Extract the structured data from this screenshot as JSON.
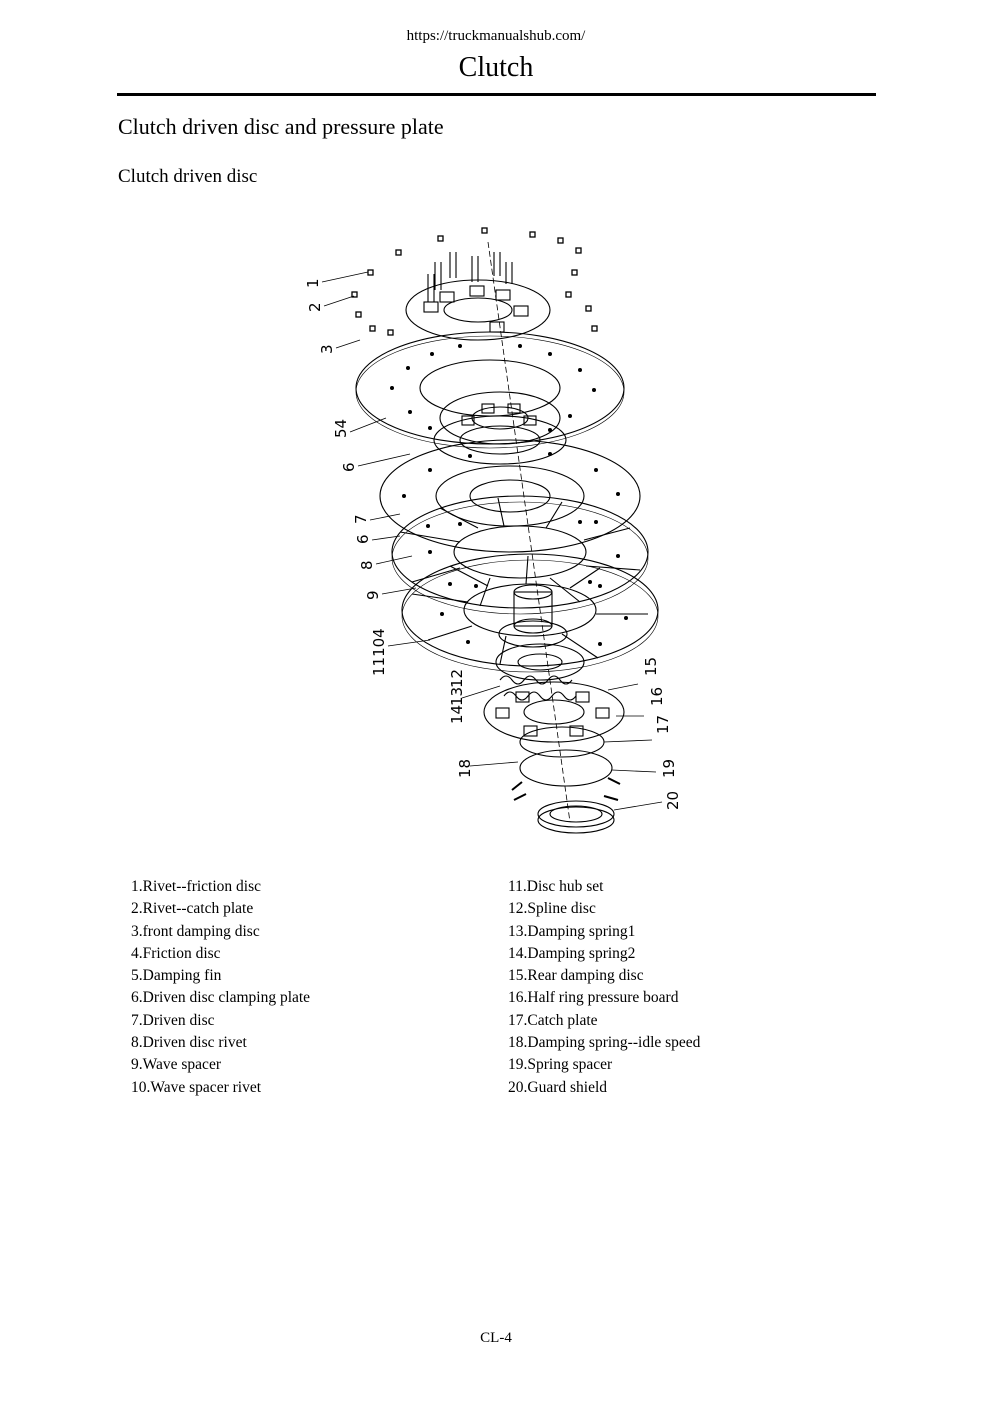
{
  "header": {
    "url": "https://truckmanualshub.com/",
    "chapter": "Clutch"
  },
  "section_title": "Clutch driven disc and pressure plate",
  "subsection_title": "Clutch driven disc",
  "figure": {
    "callouts": [
      "1",
      "2",
      "3",
      "54",
      "6",
      "7",
      "6",
      "8",
      "9",
      "11104",
      "14",
      "13",
      "12",
      "15",
      "16",
      "17",
      "18",
      "19",
      "20"
    ]
  },
  "legend": {
    "left": [
      "1.Rivet--friction disc",
      "2.Rivet--catch plate",
      "3.front damping disc",
      "4.Friction disc",
      "5.Damping fin",
      "6.Driven disc clamping plate",
      "7.Driven disc",
      "8.Driven disc rivet",
      "9.Wave spacer",
      "10.Wave spacer rivet"
    ],
    "right": [
      "11.Disc hub set",
      "12.Spline disc",
      "13.Damping spring1",
      "14.Damping spring2",
      "15.Rear damping disc",
      "16.Half ring pressure board",
      "17.Catch plate",
      "18.Damping spring--idle speed",
      "19.Spring spacer",
      "20.Guard shield"
    ]
  },
  "footer": {
    "page_number": "CL-4"
  }
}
